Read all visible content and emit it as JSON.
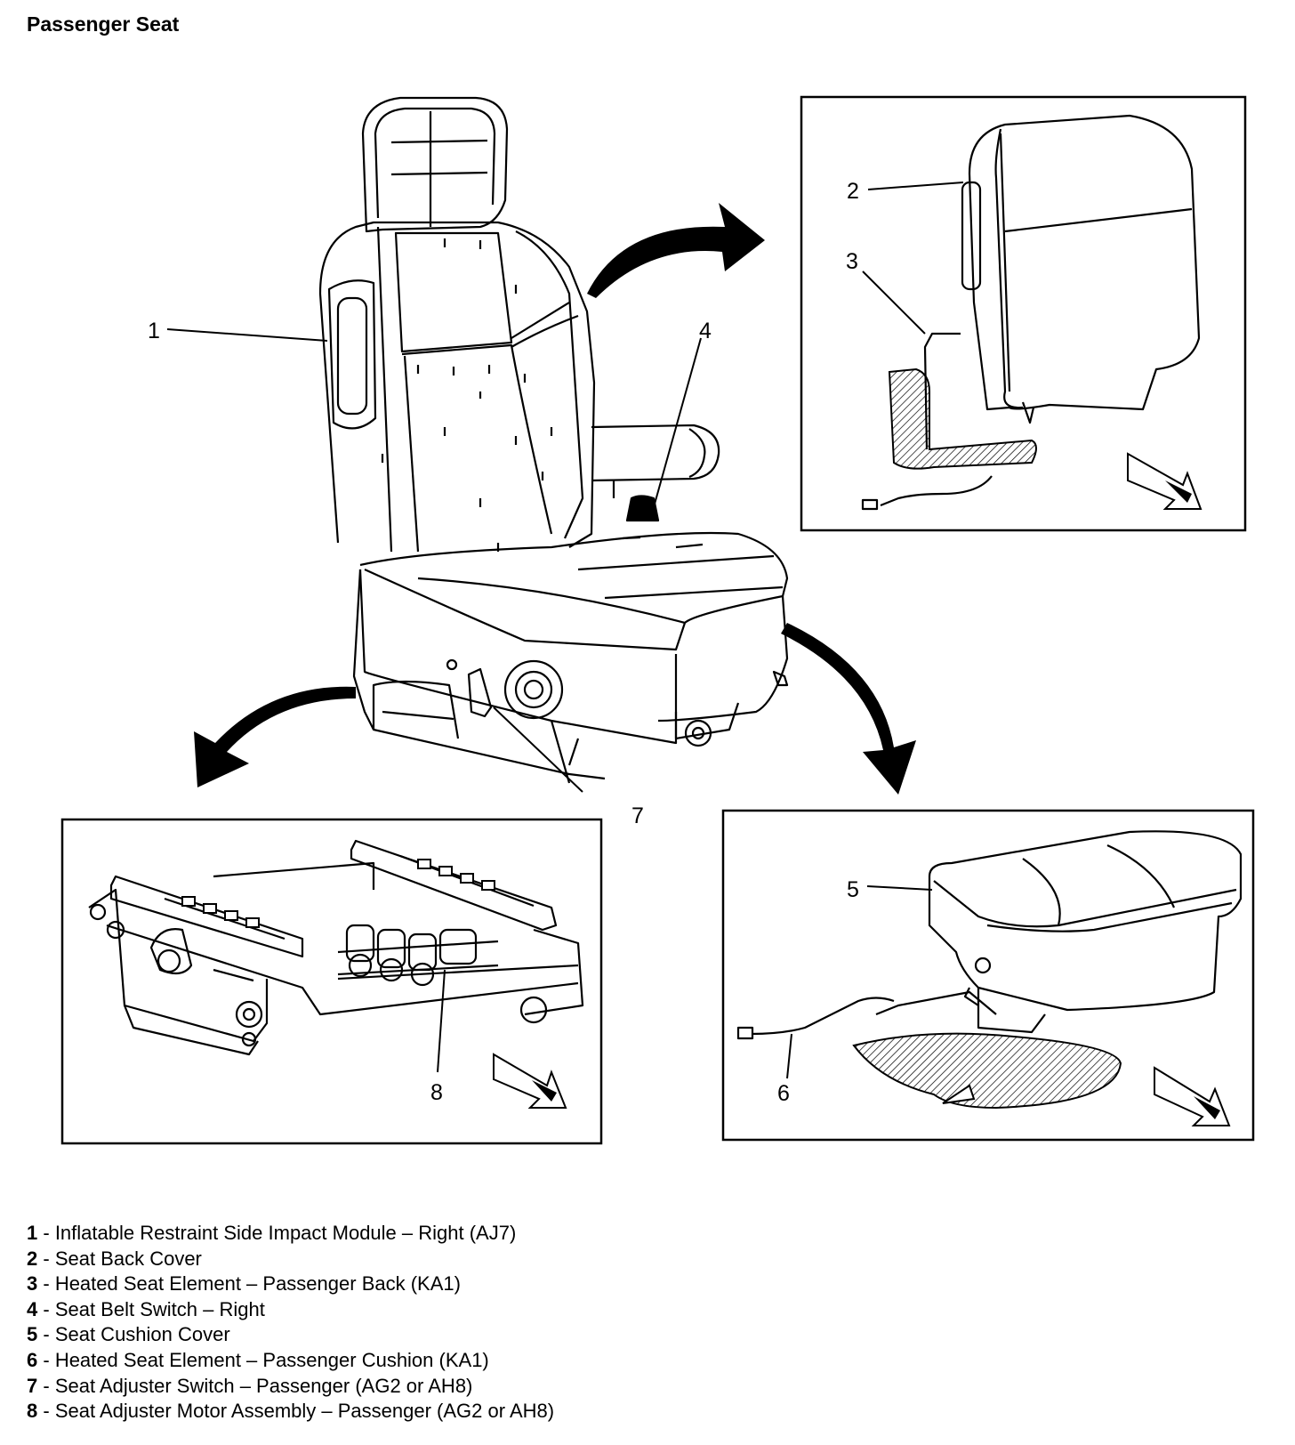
{
  "title": "Passenger Seat",
  "callouts": [
    "1",
    "2",
    "3",
    "4",
    "5",
    "6",
    "7",
    "8"
  ],
  "legend": [
    {
      "num": "1",
      "sep": " - ",
      "text": "Inflatable Restraint Side Impact Module – Right (AJ7)"
    },
    {
      "num": "2",
      "sep": " - ",
      "text": "Seat Back Cover"
    },
    {
      "num": "3",
      "sep": " - ",
      "text": "Heated Seat Element – Passenger Back (KA1)"
    },
    {
      "num": "4",
      "sep": " - ",
      "text": "Seat Belt Switch – Right"
    },
    {
      "num": "5",
      "sep": " - ",
      "text": "Seat Cushion Cover"
    },
    {
      "num": "6",
      "sep": " - ",
      "text": "Heated Seat Element – Passenger Cushion (KA1)"
    },
    {
      "num": "7",
      "sep": " - ",
      "text": "Seat Adjuster Switch – Passenger (AG2 or AH8)"
    },
    {
      "num": "8",
      "sep": " - ",
      "text": "Seat Adjuster Motor Assembly – Passenger (AG2 or AH8)"
    }
  ]
}
